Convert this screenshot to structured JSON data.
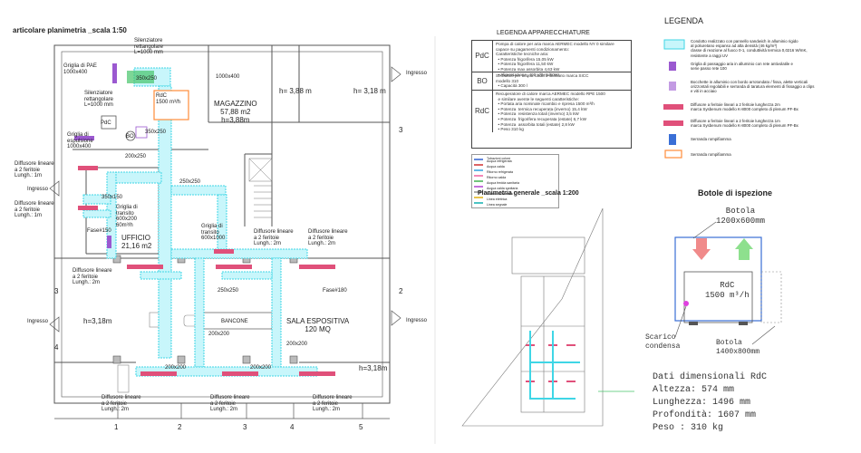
{
  "plan": {
    "title": "articolare planimetria _scala 1:50",
    "labels": {
      "silenziatore_top": "Silenziatore\nrettangolare\nL=1000 mm",
      "griglia_pae": "Griglia di PAE\n1000x400",
      "duct_350x250_top": "350x250",
      "ddc": "RdC\n1500 m³/h",
      "duct_1000x400": "1000x400",
      "magazzino": "MAGAZZINO\n57,88 m2\nh=3,88m",
      "h388": "h= 3,88 m",
      "h318_top": "h= 3,18 m",
      "silenziatore_left": "Silenziatore\nrettangolare\nL=1000 mm",
      "pdc": "PdC",
      "bo": "BO",
      "duct_350x250_mid": "350x250",
      "griglia_espulsione": "Griglia di\nespulsione\n1000x400",
      "duct_200x250": "200x250",
      "duct_250x250_r": "250x250",
      "diffusore_left1": "Diffusore lineare\na 2 feritoie\nLungh.: 1m",
      "ingresso_left": "Ingresso",
      "duct_350x150": "350x150",
      "diffusore_left2": "Diffusore lineare\na 2 feritoie\nLungh.: 1m",
      "griglia_transito_left": "Griglia di\ntransito\n600x200\n60m³/h",
      "ufficio": "UFFICIO\n21,16 m2",
      "fase150_l": "Fase#150",
      "griglia_transito_mid": "Griglia di\ntransito\n600x1000",
      "diffusore_mid": "Diffusore lineare\na 2 feritoie\nLungh.: 2m",
      "diffusore_r": "Diffusore lineare\na 2 feritoie\nLungh.: 2m",
      "diffusore_ufficio": "Diffusore lineare\na 2 feritoie\nLungh.: 2m",
      "duct_250x250_b": "250x250",
      "fase180": "Fase#180",
      "ingresso_left2": "Ingresso",
      "h318_left": "h=3,18m",
      "bancone": "BANCONE",
      "sala": "SALA ESPOSITIVA\n120 MQ",
      "duct_200x200_a": "200x200",
      "duct_200x200_b": "200x200",
      "duct_200x200_c": "200x200",
      "duct_200x200_d": "200x200",
      "h318_right": "h=3,18m",
      "diffusore_b1": "Diffusore lineare\na 2 feritoie\nLungh.: 2m",
      "diffusore_b2": "Diffusore lineare\na 2 feritoie\nLungh.: 2m",
      "diffusore_b3": "Diffusore lineare\na 2 feritoie\nLungh.: 2m",
      "ingresso_right": "Ingresso",
      "ingresso_right2": "Ingresso",
      "axis_1": "1",
      "axis_2": "2",
      "axis_3": "3",
      "axis_4": "4",
      "axis_5": "5",
      "axis_r3": "3",
      "axis_r2": "2",
      "axis_l3": "3",
      "axis_l4": "4"
    }
  },
  "apparecchiature": {
    "title": "LEGENDA APPARECCHIATURE",
    "rows": [
      {
        "code": "PdC",
        "desc": "Pompa di calore per aria marca AERMEC modello NY 0 similare\ncapace su pagamenti condizionamento:\nCaratteristiche tecniche aria:\n  • Potenza frigorifera 15,05 kW\n  • Potenza frigorifera 11,50 kW\n  • Potenza max assorbita 4,63 kW\n  • Alimentazione  400 V/3+N/50Hz"
      },
      {
        "code": "BO",
        "desc": "Serbatoio per acqua calda a sanitario marca SICC\nmodello 310\n  • Capacità 300 l"
      },
      {
        "code": "RdC",
        "desc": "Recuperatore di calore marca AERMEC modello RPE 1500\n  e similare avente le seguenti caratteristiche:\n  • Portata aria nominale ricambio e ripresa 1500 m³/h\n  • Potenza  termica recuperata (inverno) 15,4 kW\n  • Potenza  resistenza totali (inverno) 3,5 kW\n  • Potenza  frigorifera recuperata (estate) 6,7 kW\n  • Potenza  assorbita totali (estate) 2,8 kW\n  • Peso 310 kg"
      }
    ],
    "mini_legend": [
      "Tubazioni colore",
      "Acqua refrigerata",
      "Acqua calda",
      "Ritorno refrigerata",
      "Ritorno calda",
      "Acqua fredda sanitaria",
      "Acqua calda sanitaria",
      "Scarico condensa",
      "Linea elettrica",
      "Linea segnale"
    ]
  },
  "legenda": {
    "title": "LEGENDA",
    "items": [
      {
        "text": "Condotto realizzato con pannello sandwich in alluminio rigido\nal poliuretano espanso ad alta densità (46 kg/m³)\nclasse di reazione al fuoco 0-1, conduttività termica 0,0216 W/mK,\nresistente a raggi UV"
      },
      {
        "text": "Griglia di passaggio aria in alluminio con rete antivolatile e\nserie passo rete 100"
      },
      {
        "text": "Bocchette in alluminio con bordo arrotondato / fissa, alette verticali\norizzontali regolabili e serranda di taratura elementi di fissaggio a clips\ne viti in acciaio"
      },
      {
        "text": "Diffusore a feritoie lineari a 2 feritoie lunghezza 2m\nmarca Sysbenum modello K-8000 completo di plenum PF-Bx"
      },
      {
        "text": "Diffusore a feritoie lineari a 2 feritoie lunghezza 1m\nmarca Sysbenum modello K-8000 completo di plenum PF-Bx"
      },
      {
        "text": "Serranda rompifiamma"
      },
      {
        "text": "Serranda rompifiamma"
      }
    ]
  },
  "generale": {
    "title": "Planimetria generale _scala 1:200"
  },
  "botole": {
    "title": "Botole di ispezione",
    "botola_top": "Botola\n1200x600mm",
    "rdc": "RdC\n1500 m³/h",
    "scarico": "Scarico\ncondensa",
    "botola_bottom": "Botola\n1400x800mm",
    "dati_title": "Dati dimensionali RdC",
    "altezza": "Altezza: 574 mm",
    "lunghezza": "Lunghezza: 1496 mm",
    "profondita": "Profondità: 1607 mm",
    "peso": "Peso : 310 kg"
  },
  "colors": {
    "duct": "#3fd6e6",
    "duct_fill": "#c8f6fb",
    "diffuser": "#e0507a",
    "grille": "#9b59d0",
    "wall": "#555555",
    "green": "#46c46a",
    "orange": "#ff8c3a"
  }
}
